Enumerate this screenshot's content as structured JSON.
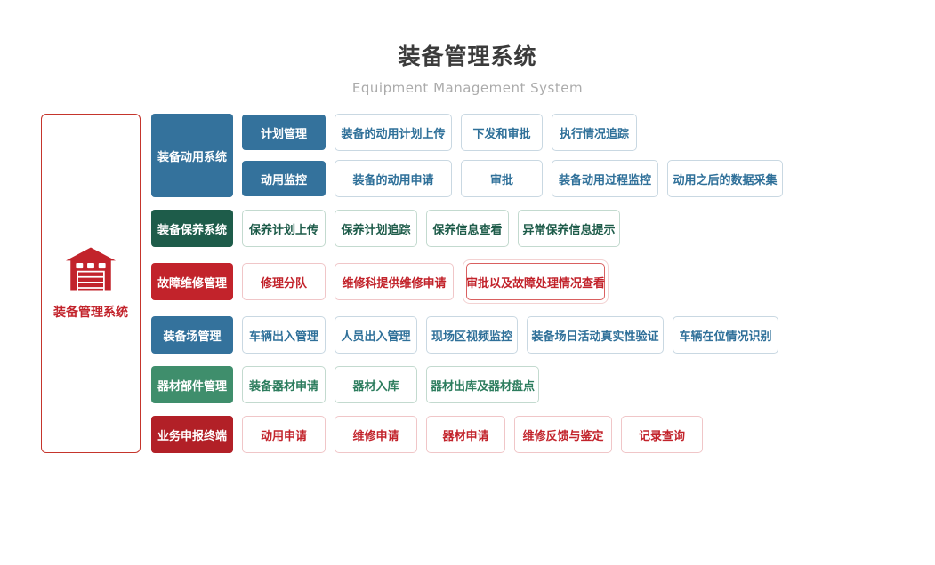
{
  "header": {
    "title": "装备管理系统",
    "subtitle": "Equipment Management System"
  },
  "root": {
    "label": "装备管理系统",
    "icon": "garage-icon"
  },
  "colors": {
    "blue": "#34729c",
    "teal_green": "#1e5c4a",
    "red": "#c2232b",
    "green": "#3f8e6c",
    "dark_red": "#b22027",
    "root_red": "#c2232b"
  },
  "groups": [
    {
      "label": "装备动用系统",
      "subrows": [
        {
          "label": "计划管理",
          "children": [
            "装备的动用计划上传",
            "下发和审批",
            "执行情况追踪"
          ]
        },
        {
          "label": "动用监控",
          "children": [
            "装备的动用申请",
            "审批",
            "装备动用过程监控",
            "动用之后的数据采集"
          ]
        }
      ]
    },
    {
      "label": "装备保养系统",
      "children": [
        "保养计划上传",
        "保养计划追踪",
        "保养信息查看",
        "异常保养信息提示"
      ]
    },
    {
      "label": "故障维修管理",
      "children": [
        "修理分队",
        "维修科提供维修申请",
        "审批以及故障处理情况查看"
      ]
    },
    {
      "label": "装备场管理",
      "children": [
        "车辆出入管理",
        "人员出入管理",
        "现场区视频监控",
        "装备场日活动真实性验证",
        "车辆在位情况识别"
      ]
    },
    {
      "label": "器材部件管理",
      "children": [
        "装备器材申请",
        "器材入库",
        "器材出库及器材盘点"
      ]
    },
    {
      "label": "业务申报终端",
      "children": [
        "动用申请",
        "维修申请",
        "器材申请",
        "维修反馈与鉴定",
        "记录查询"
      ]
    }
  ]
}
